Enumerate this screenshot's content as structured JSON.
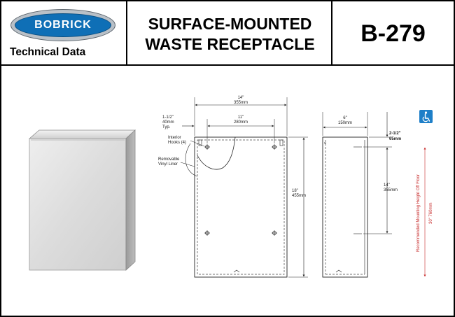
{
  "header": {
    "brand": "BOBRICK",
    "subtitle": "Technical Data",
    "title_line1": "SURFACE-MOUNTED",
    "title_line2": "WASTE RECEPTACLE",
    "model": "B-279"
  },
  "colors": {
    "brand_blue": "#0f6fb6",
    "accessibility_blue": "#1e7fc8",
    "mounting_red": "#c62828"
  },
  "icons": {
    "accessibility": "wheelchair-icon"
  },
  "front_view": {
    "overall_width_in": "14\"",
    "overall_width_mm": "355mm",
    "hook_spacing_in": "11\"",
    "hook_spacing_mm": "280mm",
    "edge_offset_in": "1-1/2\"",
    "edge_offset_mm": "40mm",
    "edge_offset_note": "Typ.",
    "hooks_label_1": "Interior",
    "hooks_label_2": "Hooks (4)",
    "liner_label_1": "Removable",
    "liner_label_2": "Vinyl Liner",
    "height_in": "18\"",
    "height_mm": "455mm"
  },
  "side_view": {
    "depth_in": "6\"",
    "depth_mm": "150mm",
    "top_offset_in": "2-1/2\"",
    "top_offset_mm": "65mm",
    "hook_spacing_in": "14\"",
    "hook_spacing_mm": "355mm",
    "mounting_note": "Recommended Mounting Height Off Floor",
    "mounting_height": "30\"  760mm"
  }
}
